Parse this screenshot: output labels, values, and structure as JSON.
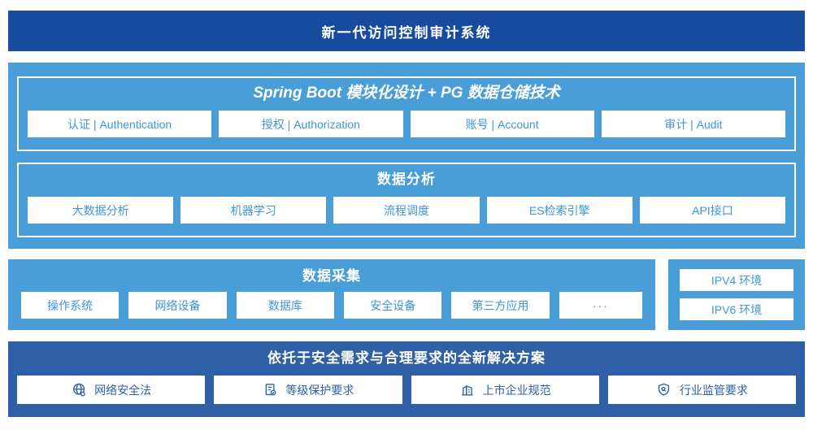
{
  "banner": {
    "title": "新一代访问控制审计系统"
  },
  "platform": {
    "title": "Spring Boot 模块化设计 + PG 数据仓储技术",
    "modules": [
      "认证 | Authentication",
      "授权 | Authorization",
      "账号 | Account",
      "审计 | Audit"
    ]
  },
  "analysis": {
    "title": "数据分析",
    "modules": [
      "大数据分析",
      "机器学习",
      "流程调度",
      "ES检索引擎",
      "API接口"
    ]
  },
  "collection": {
    "title": "数据采集",
    "modules": [
      "操作系统",
      "网络设备",
      "数据库",
      "安全设备",
      "第三方应用",
      "···"
    ]
  },
  "environments": {
    "items": [
      "IPV4 环境",
      "IPV6 环境"
    ]
  },
  "solution": {
    "title": "依托于安全需求与合理要求的全新解决方案",
    "items": [
      {
        "icon": "globe-icon",
        "label": "网络安全法"
      },
      {
        "icon": "checklist-check-icon",
        "label": "等级保护要求"
      },
      {
        "icon": "buildings-icon",
        "label": "上市企业规范"
      },
      {
        "icon": "shield-search-icon",
        "label": "行业监管要求"
      }
    ]
  },
  "colors": {
    "banner_bg": "#164B9D",
    "section_bg": "#4A9ED8",
    "solution_bg": "#2E5FA7",
    "box_text": "#3F96D6",
    "solution_text": "#2E5FA7"
  }
}
